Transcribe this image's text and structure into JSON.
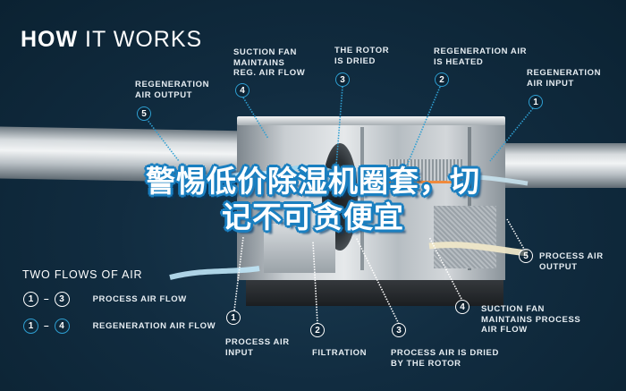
{
  "title": {
    "bold": "HOW",
    "rest": " IT WORKS"
  },
  "banner": {
    "line1": "警惕低价除湿机圈套，切",
    "line2": "记不可贪便宜"
  },
  "colors": {
    "background": "#112c40",
    "regen_accent": "#2e9fd2",
    "process_accent": "#ffffff",
    "banner_stroke": "#1a7fc0",
    "heater": "#f08a3c"
  },
  "top_labels": [
    {
      "num": "5",
      "text_lines": [
        "REGENERATION",
        "AIR OUTPUT"
      ]
    },
    {
      "num": "4",
      "text_lines": [
        "SUCTION FAN",
        "MAINTAINS",
        "REG. AIR FLOW"
      ]
    },
    {
      "num": "3",
      "text_lines": [
        "THE ROTOR",
        "IS DRIED"
      ]
    },
    {
      "num": "2",
      "text_lines": [
        "REGENERATION AIR",
        "IS HEATED"
      ]
    },
    {
      "num": "1",
      "text_lines": [
        "REGENERATION",
        "AIR INPUT"
      ]
    }
  ],
  "bottom_labels": [
    {
      "num": "1",
      "text_lines": [
        "PROCESS AIR",
        "INPUT"
      ]
    },
    {
      "num": "2",
      "text_lines": [
        "FILTRATION"
      ]
    },
    {
      "num": "3",
      "text_lines": [
        "PROCESS AIR IS DRIED",
        "BY THE ROTOR"
      ]
    },
    {
      "num": "4",
      "text_lines": [
        "SUCTION FAN",
        "MAINTAINS PROCESS",
        "AIR FLOW"
      ]
    },
    {
      "num": "5",
      "text_lines": [
        "PROCESS AIR",
        "OUTPUT"
      ]
    }
  ],
  "legend": {
    "title": "TWO FLOWS OF AIR",
    "rows": [
      {
        "from": "1",
        "dash": "–",
        "to": "3",
        "label": "PROCESS AIR FLOW",
        "style": "white"
      },
      {
        "from": "1",
        "dash": "–",
        "to": "4",
        "label": "REGENERATION AIR FLOW",
        "style": "blue"
      }
    ]
  }
}
